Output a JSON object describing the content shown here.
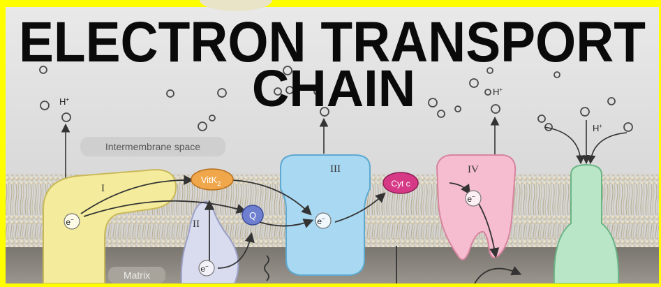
{
  "title": {
    "line1": "ELECTRON TRANSPORT",
    "line2": "CHAIN"
  },
  "regions": {
    "intermembrane": "Intermembrane space",
    "matrix": "Matrix"
  },
  "complexes": {
    "c1": "I",
    "c2": "II",
    "c3": "III",
    "c4": "IV"
  },
  "carriers": {
    "vitk_main": "VitK",
    "vitk_sub": "2",
    "q": "Q",
    "cytc": "Cyt c"
  },
  "electron": {
    "base": "e",
    "sup": "−"
  },
  "proton": {
    "base": "H",
    "sup": "+"
  },
  "colors": {
    "border": "#ffff00",
    "background": "#dadada",
    "complex_I": "#f4ec9c",
    "complex_II": "#d9dcef",
    "complex_III": "#a8d8f2",
    "complex_IV": "#f6bdd0",
    "atp_synthase": "#b9e6c7",
    "vitk": "#f0a64a",
    "q": "#6e7fcf",
    "cytc": "#d63a86"
  }
}
